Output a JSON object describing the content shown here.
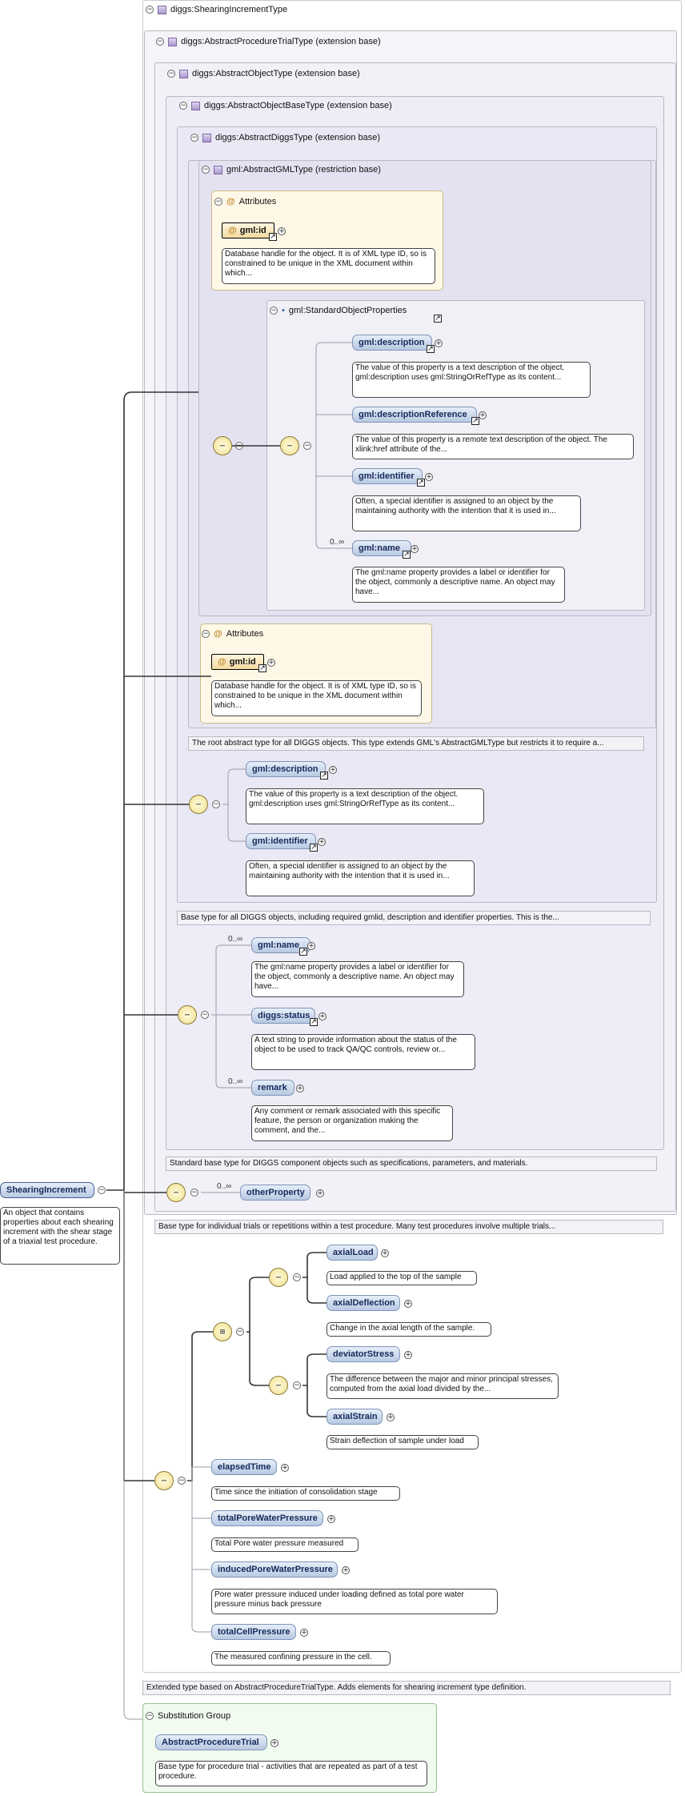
{
  "root": {
    "name": "diggs:ShearingIncrementType"
  },
  "nested": {
    "procedure_trial": "diggs:AbstractProcedureTrialType (extension base)",
    "object": "diggs:AbstractObjectType (extension base)",
    "object_base": "diggs:AbstractObjectBaseType (extension base)",
    "diggs": "diggs:AbstractDiggsType (extension base)",
    "gml": "gml:AbstractGMLType (restriction base)"
  },
  "attributes_label": "Attributes",
  "gml_id": {
    "name": "gml:id",
    "doc": "Database handle for the object. It is of XML type ID, so is constrained to be unique in the XML document within which..."
  },
  "std_props": {
    "title": "gml:StandardObjectProperties",
    "description": {
      "name": "gml:description",
      "doc": "The value of this property is a text description of the object. gml:description uses gml:StringOrRefType as its content..."
    },
    "description_reference": {
      "name": "gml:descriptionReference",
      "doc": "The value of this property is a remote text description of the object. The xlink:href attribute of the..."
    },
    "identifier": {
      "name": "gml:identifier",
      "doc": "Often, a special identifier is assigned to an object by the maintaining authority with the intention that it is used in..."
    },
    "name": {
      "name": "gml:name",
      "card": "0..∞",
      "doc": "The gml:name property provides a label or identifier for the object, commonly a descriptive name. An object may have..."
    }
  },
  "diggs_type_doc": "The root abstract type for all DIGGS objects. This type extends GML's AbstractGMLType but restricts it to require a...",
  "object_base_elems": {
    "description": {
      "name": "gml:description",
      "doc": "The value of this property is a text description of the object. gml:description uses gml:StringOrRefType as its content..."
    },
    "identifier": {
      "name": "gml:identifier",
      "doc": "Often, a special identifier is assigned to an object by the maintaining authority with the intention that it is used in..."
    }
  },
  "object_base_doc": "Base type for all DIGGS objects, including required gmlid, description and identifier properties. This is the...",
  "object_elems": {
    "name": {
      "name": "gml:name",
      "card": "0..∞",
      "doc": "The gml:name property provides a label or identifier for the object, commonly a descriptive name. An object may have..."
    },
    "status": {
      "name": "diggs:status",
      "doc": "A text string to provide information about the status of the object to be used to track QA/QC controls, review or..."
    },
    "remark": {
      "name": "remark",
      "card": "0..∞",
      "doc": "Any comment or remark associated with this specific feature, the person or organization making the comment, and the..."
    }
  },
  "object_doc": "Standard base type for DIGGS component objects such as specifications, parameters, and materials.",
  "other_property": {
    "name": "otherProperty",
    "card": "0..∞"
  },
  "procedure_trial_doc": "Base type for individual trials or repetitions within a test procedure. Many test procedures involve multiple trials...",
  "shearing": {
    "name": "ShearingIncrement",
    "doc": "An object that contains properties about each shearing increment with the shear stage of a triaxial test procedure."
  },
  "ext_elems": {
    "axial_load": {
      "name": "axialLoad",
      "doc": "Load applied to the top of the sample"
    },
    "axial_deflection": {
      "name": "axialDeflection",
      "doc": "Change in the axial length of the sample."
    },
    "deviator_stress": {
      "name": "deviatorStress",
      "doc": "The difference between the major and minor principal stresses, computed from the axial load divided by the..."
    },
    "axial_strain": {
      "name": "axialStrain",
      "doc": "Strain deflection of sample under load"
    },
    "elapsed_time": {
      "name": "elapsedTime",
      "doc": "Time since the initiation of consolidation stage"
    },
    "total_pore": {
      "name": "totalPoreWaterPressure",
      "doc": "Total Pore water pressure measured"
    },
    "induced_pore": {
      "name": "inducedPoreWaterPressure",
      "doc": "Pore water pressure induced under loading defined as total pore water pressure minus back pressure"
    },
    "total_cell": {
      "name": "totalCellPressure",
      "doc": "The measured confining pressure in the cell."
    }
  },
  "root_doc": "Extended type based on AbstractProcedureTrialType. Adds elements for shearing increment type definition.",
  "substitution": {
    "title": "Substitution Group",
    "name": "AbstractProcedureTrial",
    "doc": "Base type for procedure trial - activities that are repeated as part of a test procedure."
  },
  "glyphs": {
    "collapse": "−",
    "expand": "+",
    "link": "↗",
    "attr": "@",
    "seq": "⋯",
    "choice": "⊞"
  },
  "colors": {
    "type_box": "#f4f3f8",
    "element_fill": "#c7d6ec",
    "attr_fill": "#fff8e6",
    "compositor": "#f5e7a6",
    "substitution": "#f1fbef"
  }
}
